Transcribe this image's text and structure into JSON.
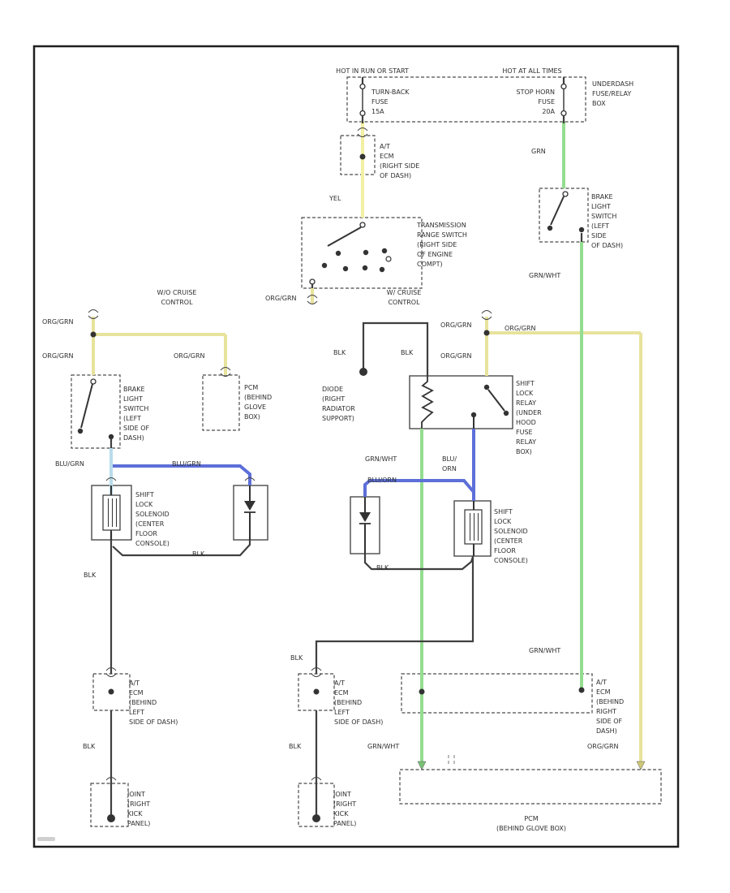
{
  "colors": {
    "yel_wire": "#f3f0a4",
    "org_grn_wire": "#e7e39d",
    "grn_wire": "#94dd90",
    "blu_wire": "#5d6fd8",
    "blu_grn_wire": "#b9dcea",
    "blk_wire": "#3f3f3f",
    "box_line": "#4a4a4a",
    "text": "#2f2f2f"
  },
  "power": {
    "left_feed": "HOT IN RUN OR START",
    "right_feed": "HOT AT ALL TIMES"
  },
  "fuse_box": {
    "name": "UNDERDASH\nFUSE/RELAY\nBOX",
    "turn_back_fuse": "TURN-BACK\nFUSE\n15A",
    "stop_horn_fuse": "STOP HORN\nFUSE\n20A"
  },
  "sections": {
    "without_cruise": "W/O CRUISE\nCONTROL",
    "with_cruise": "W/ CRUISE\nCONTROL"
  },
  "components": {
    "at_ecm_top": "A/T\nECM\n(RIGHT SIDE\nOF DASH)",
    "trans_range_switch": "TRANSMISSION\nRANGE SWITCH\n(RIGHT SIDE\nOF ENGINE\nCOMPT)",
    "brake_switch_right": "BRAKE\nLIGHT\nSWITCH\n(LEFT\nSIDE\nOF DASH)",
    "brake_switch_left": "BRAKE\nLIGHT\nSWITCH\n(LEFT\nSIDE OF\nDASH)",
    "pcm_upper": "PCM\n(BEHIND\nGLOVE\nBOX)",
    "diode": "DIODE\n(RIGHT\nRADIATOR\nSUPPORT)",
    "shift_lock_relay": "SHIFT\nLOCK\nRELAY\n(UNDER\nHOOD\nFUSE\nRELAY\nBOX)",
    "shift_lock_solenoid": "SHIFT\nLOCK\nSOLENOID\n(CENTER\nFLOOR\nCONSOLE)",
    "at_ecm_left": "A/T\nECM\n(BEHIND\nLEFT\nSIDE OF DASH)",
    "at_ecm_right": "A/T\nECM\n(BEHIND\nRIGHT\nSIDE OF\nDASH)",
    "joint": "JOINT\n(RIGHT\nKICK\nPANEL)",
    "pcm_main": "PCM\n(BEHIND GLOVE BOX)"
  },
  "wire_labels": {
    "yel": "YEL",
    "grn": "GRN",
    "org_grn": "ORG/GRN",
    "grn_wht": "GRN/WHT",
    "blu_grn": "BLU/GRN",
    "blu_orn": "BLU/ORN",
    "blu_orn_stacked": "BLU/\nORN",
    "blk": "BLK"
  }
}
